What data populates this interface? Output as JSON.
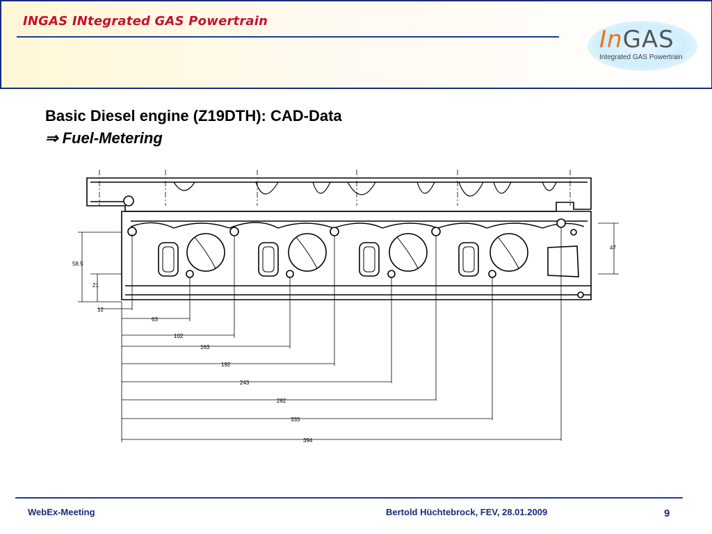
{
  "header": {
    "title": "INGAS INtegrated GAS Powertrain",
    "logo_in": "In",
    "logo_gas": "GAS",
    "logo_sub": "Integrated GAS Powertrain"
  },
  "slide": {
    "title": "Basic Diesel engine (Z19DTH): CAD-Data",
    "subtitle_arrow": "⇒",
    "subtitle": "Fuel-Metering"
  },
  "drawing": {
    "vertical_dims": [
      "58.5",
      "21",
      "47"
    ],
    "left_offset": "12",
    "horizontal_dims": [
      "63",
      "102",
      "163",
      "192",
      "243",
      "282",
      "333",
      "394"
    ]
  },
  "footer": {
    "left": "WebEx-Meeting",
    "center": "Bertold Hüchtebrock,  FEV,  28.01.2009",
    "page": "9"
  },
  "colors": {
    "header_title": "#c8102e",
    "accent_blue": "#1f3a93",
    "logo_orange": "#e8731a"
  }
}
